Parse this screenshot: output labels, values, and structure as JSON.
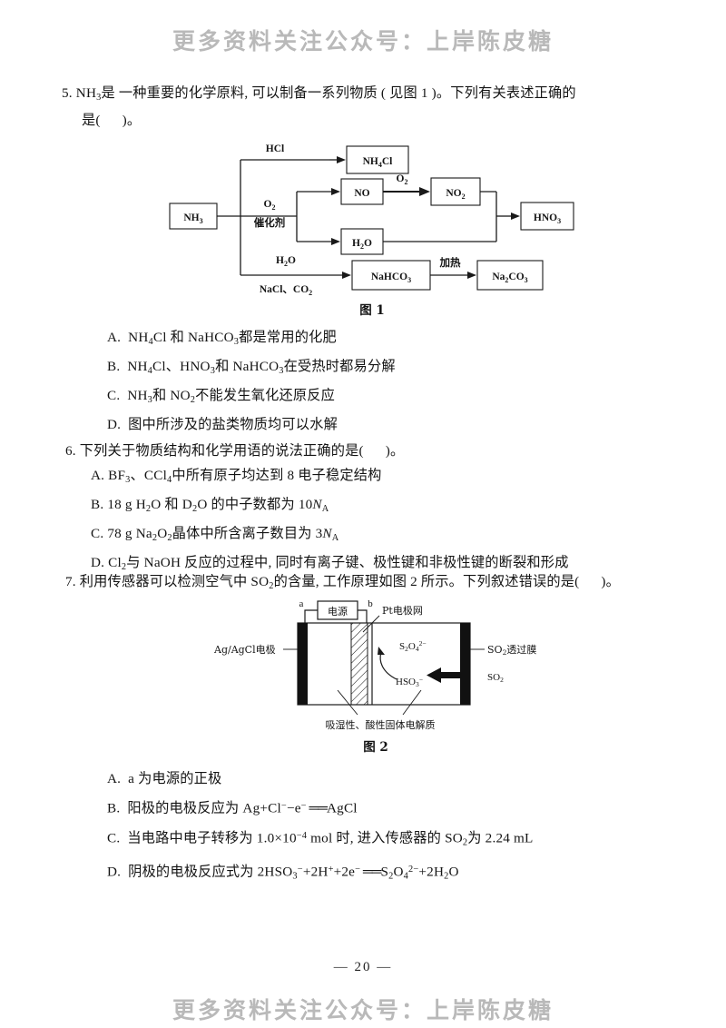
{
  "watermark": {
    "text": "更多资料关注公众号：上岸陈皮糖"
  },
  "page_number": "— 20 —",
  "questions": [
    {
      "id": "q5",
      "line1": "5. NH₃是一种重要的化学原料, 可以制备一系列物质 ( 见图 1 )。下列有关表述正确的",
      "line2": "是(        )。",
      "options": [
        "A.  NH₄Cl 和 NaHCO₃都是常用的化肥",
        "B.  NH₄Cl、HNO₃和 NaHCO₃在受热时都易分解",
        "C.  NH₃和 NO₂不能发生氧化还原反应",
        "D.  图中所涉及的盐类物质均可以水解"
      ]
    },
    {
      "id": "q6",
      "line1": "6. 下列关于物质结构和化学用语的说法正确的是(        )。",
      "options": [
        "A. BF₃、CCl₄中所有原子均达到 8 电子稳定结构",
        "B. 18 g H₂O 和 D₂O 的中子数都为 10N_A",
        "C. 78 g Na₂O₂晶体中所含离子数目为 3N_A",
        "D. Cl₂与 NaOH 反应的过程中, 同时有离子键、极性键和非极性键的断裂和形成"
      ]
    },
    {
      "id": "q7",
      "line1": "7. 利用传感器可以检测空气中 SO₂的含量, 工作原理如图 2 所示。下列叙述错误的是(        )。",
      "options": [
        "A.  a 为电源的正极",
        "B.  阳极的电极反应为 Ag+Cl⁻−e⁻ ══AgCl",
        "C.  当电路中电子转移为 1.0×10⁻⁴ mol 时, 进入传感器的 SO₂为 2.24 mL",
        "D.  阴极的电极反应式为 2HSO₃⁻+2H⁺+2e⁻ ══S₂O₄²⁻+2H₂O"
      ]
    }
  ],
  "figure1": {
    "caption": "图 1",
    "boxes": {
      "nh3": "NH₃",
      "nh4cl": "NH₄Cl",
      "no": "NO",
      "no2": "NO₂",
      "h2o": "H₂O",
      "hno3": "HNO₃",
      "nahco3": "NaHCO₃",
      "na2co3": "Na₂CO₃"
    },
    "edge_labels": {
      "hcl": "HCl",
      "o2_top": "O₂",
      "catalyst": "催化剂",
      "o2_mid": "O₂",
      "h2o_label": "H₂O",
      "nacl_co2": "NaCl、CO₂",
      "heat": "加热"
    }
  },
  "figure2": {
    "caption": "图 2",
    "labels": {
      "power": "电源",
      "terminal_a": "a",
      "terminal_b": "b",
      "pt_mesh": "Pt电极网",
      "ag_agcl": "Ag/AgCl电极",
      "membrane": "SO₂透过膜",
      "so2_gas": "SO₂",
      "ion_product": "S₂O₄²⁻",
      "ion_reactant": "HSO₃⁻",
      "electrolyte": "吸湿性、酸性固体电解质"
    }
  }
}
